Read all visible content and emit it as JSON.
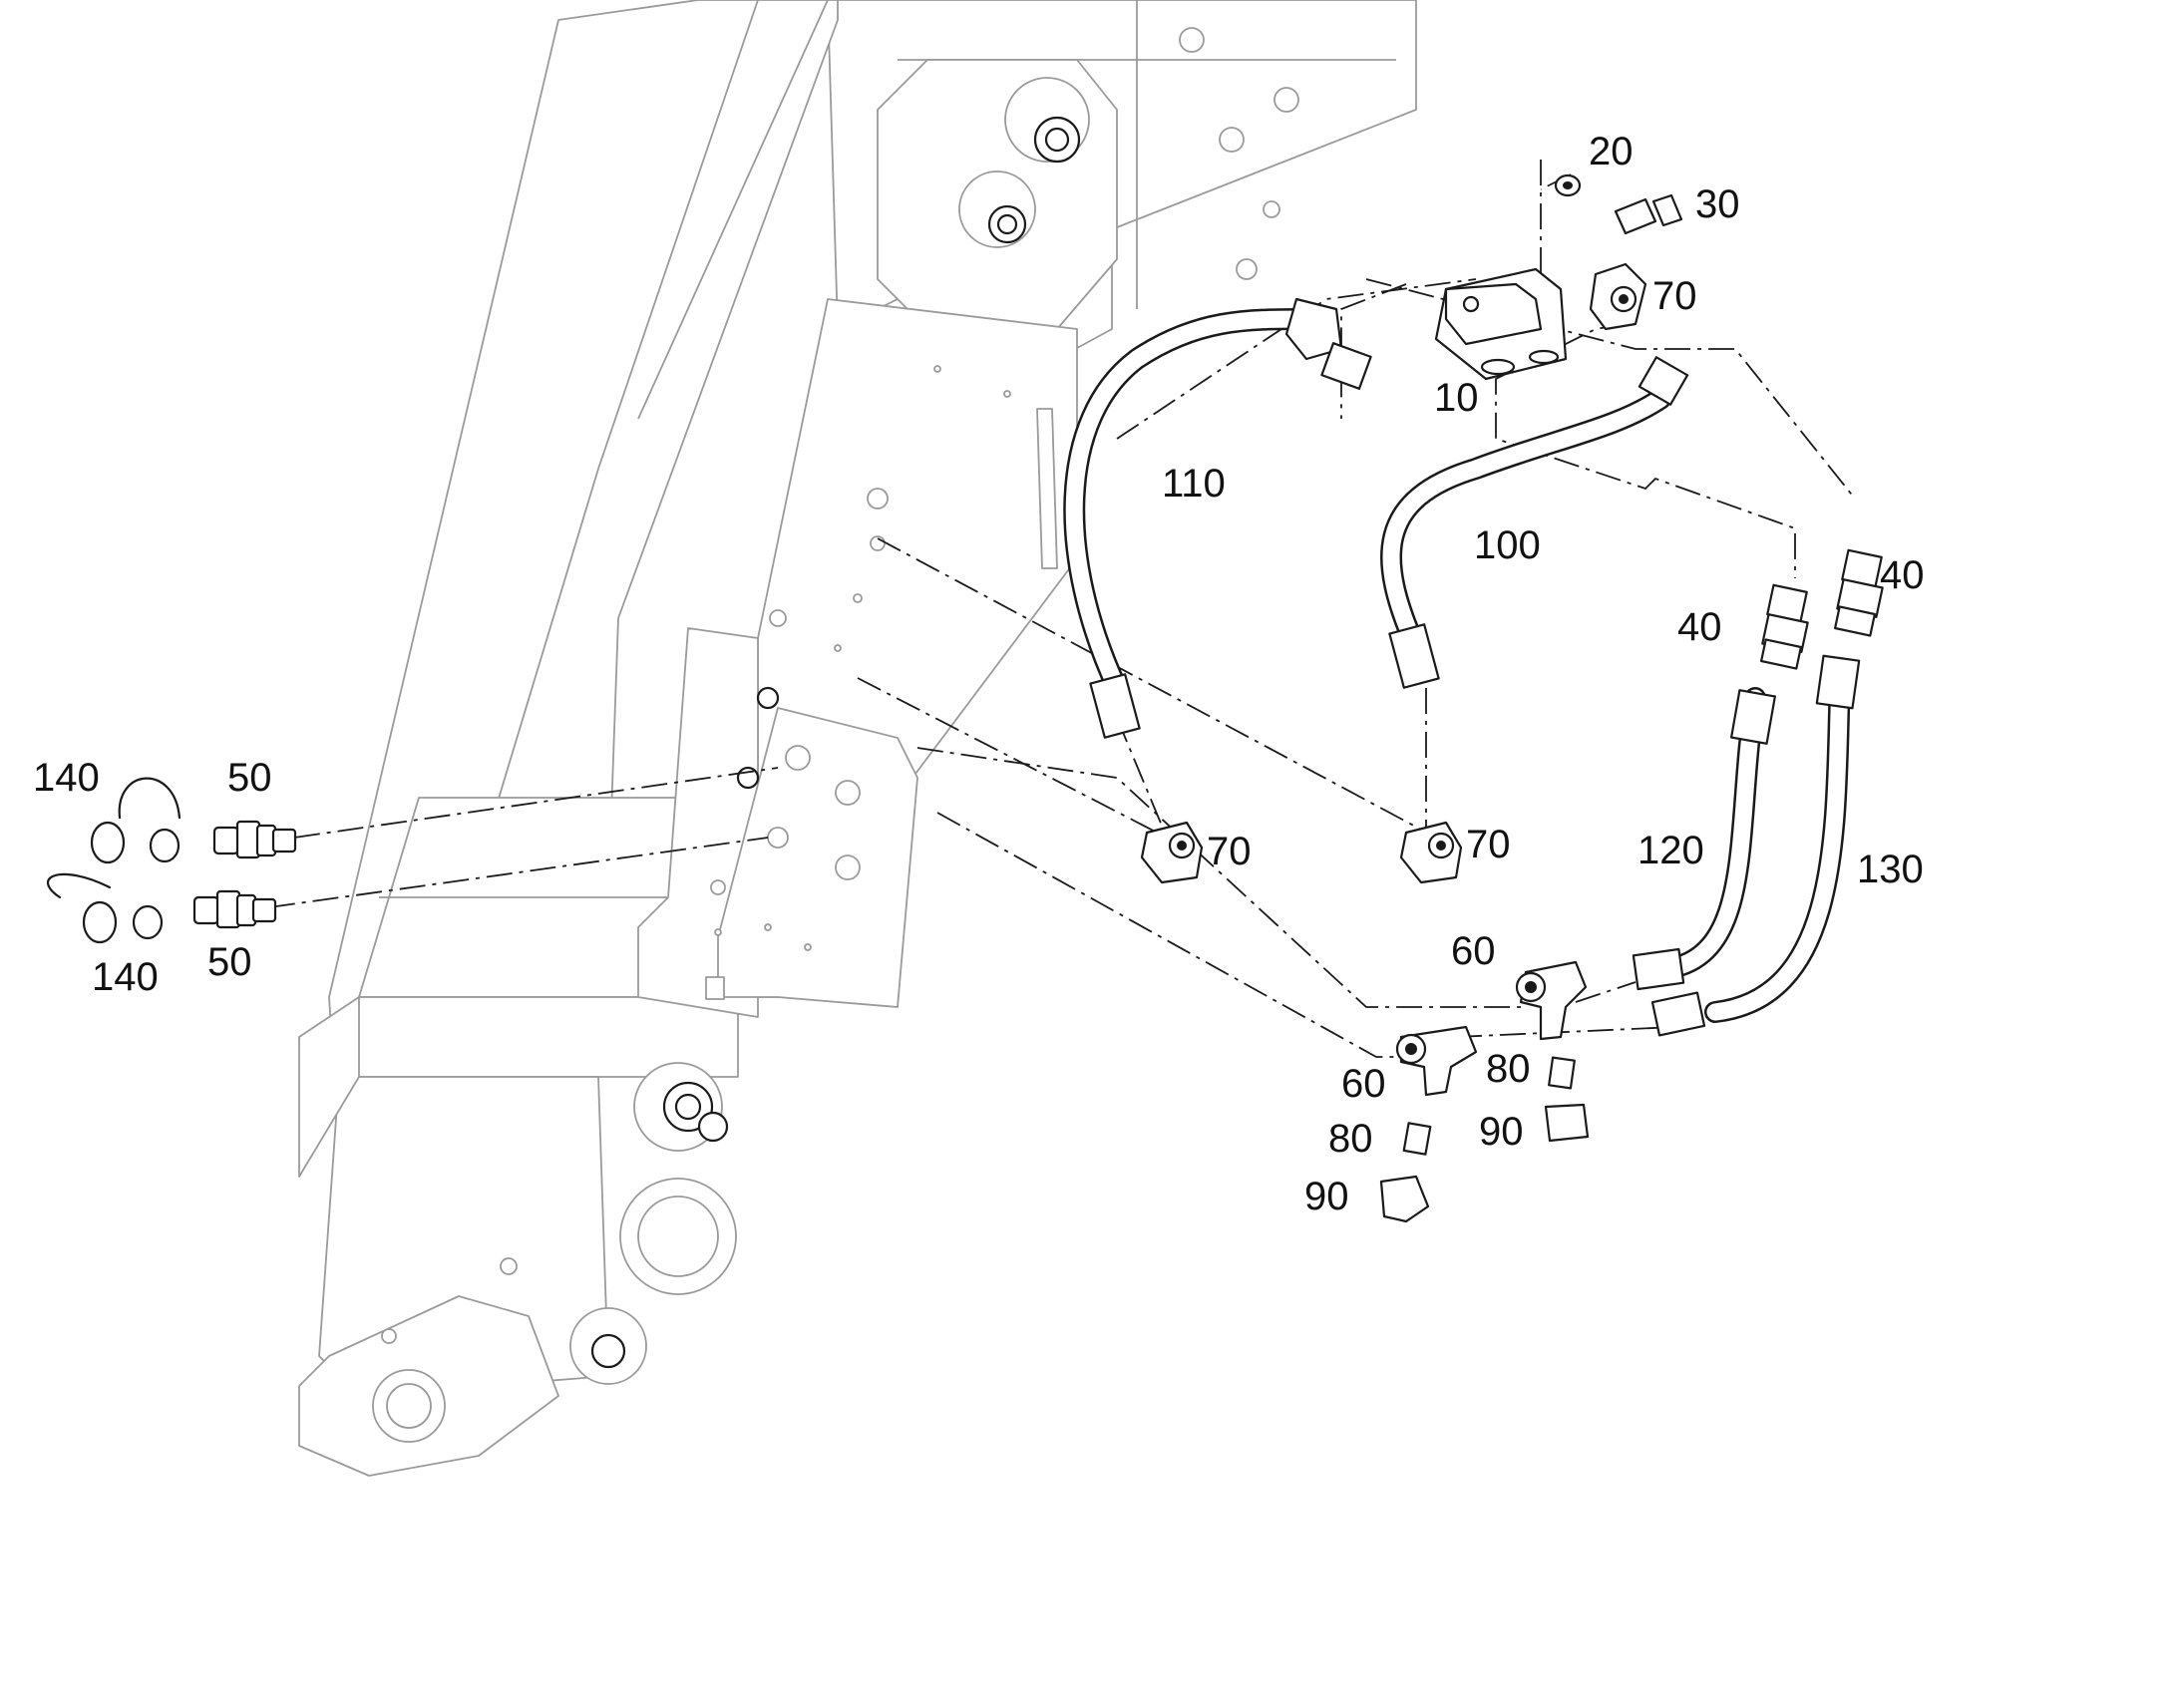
{
  "callouts": [
    {
      "id": "c10",
      "label": "10"
    },
    {
      "id": "c20",
      "label": "20"
    },
    {
      "id": "c30",
      "label": "30"
    },
    {
      "id": "c40a",
      "label": "40"
    },
    {
      "id": "c40b",
      "label": "40"
    },
    {
      "id": "c50a",
      "label": "50"
    },
    {
      "id": "c50b",
      "label": "50"
    },
    {
      "id": "c60a",
      "label": "60"
    },
    {
      "id": "c60b",
      "label": "60"
    },
    {
      "id": "c70a",
      "label": "70"
    },
    {
      "id": "c70b",
      "label": "70"
    },
    {
      "id": "c70c",
      "label": "70"
    },
    {
      "id": "c80a",
      "label": "80"
    },
    {
      "id": "c80b",
      "label": "80"
    },
    {
      "id": "c90a",
      "label": "90"
    },
    {
      "id": "c90b",
      "label": "90"
    },
    {
      "id": "c100",
      "label": "100"
    },
    {
      "id": "c110",
      "label": "110"
    },
    {
      "id": "c120",
      "label": "120"
    },
    {
      "id": "c130",
      "label": "130"
    },
    {
      "id": "c140a",
      "label": "140"
    },
    {
      "id": "c140b",
      "label": "140"
    }
  ]
}
